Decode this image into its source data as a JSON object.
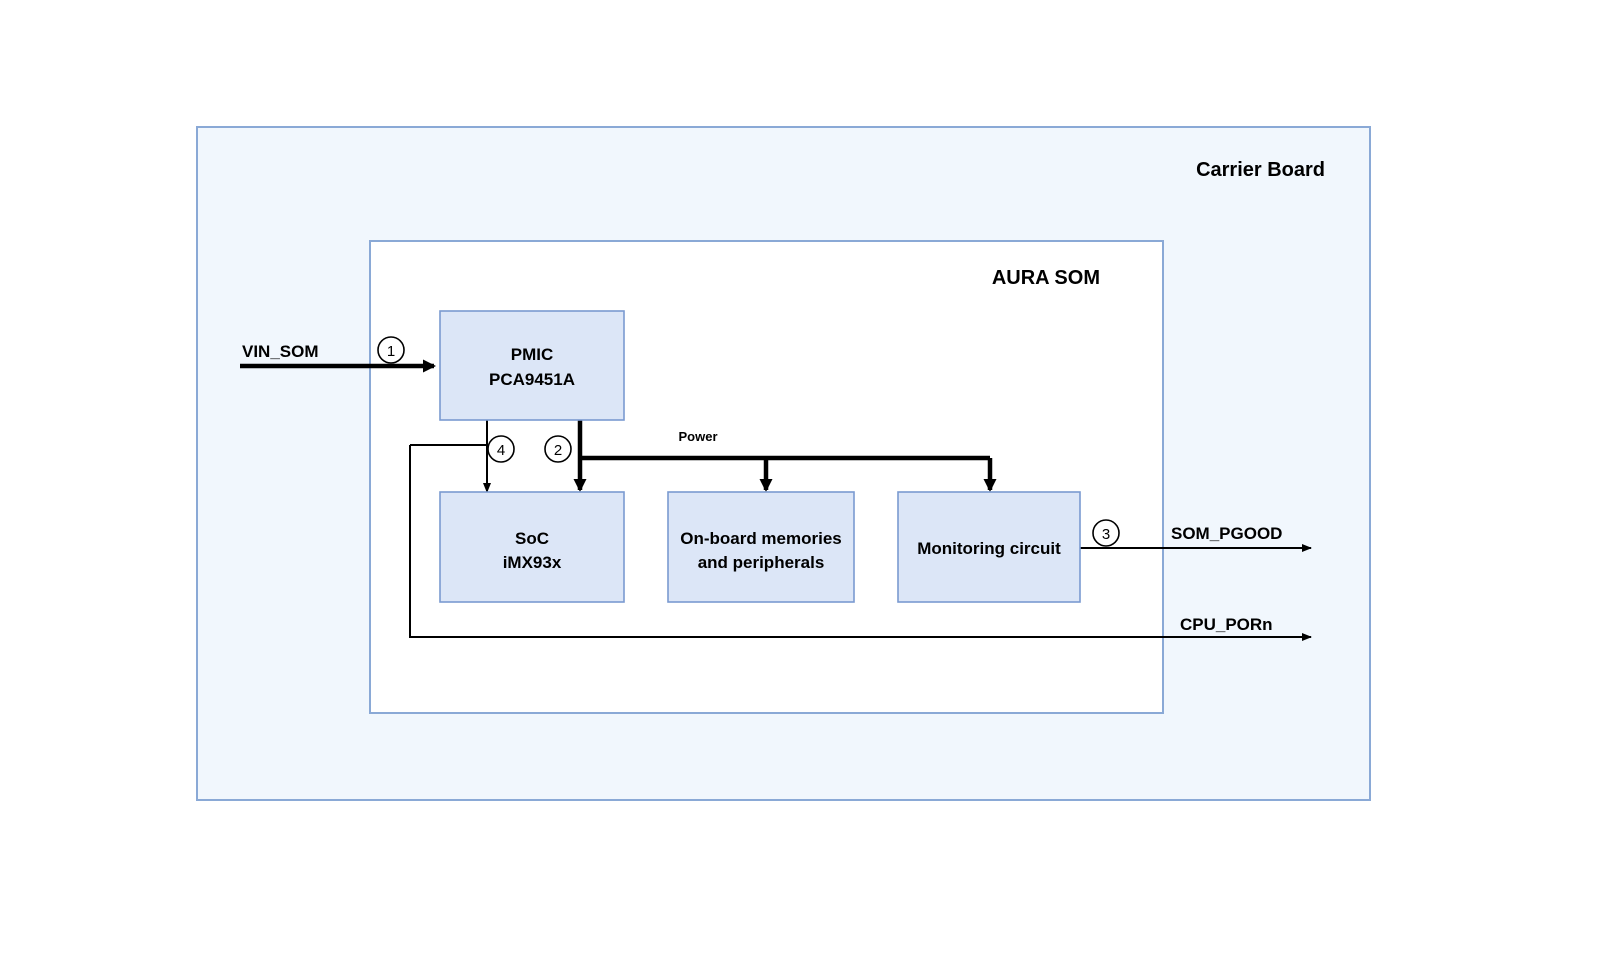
{
  "diagram": {
    "title_hidden": "",
    "containers": [
      {
        "id": "carrier",
        "label": "Carrier Board"
      },
      {
        "id": "som",
        "label": "AURA SOM"
      }
    ],
    "blocks": [
      {
        "id": "pmic",
        "line1": "PMIC",
        "line2": "PCA9451A"
      },
      {
        "id": "soc",
        "line1": "SoC",
        "line2": "iMX93x"
      },
      {
        "id": "mem",
        "line1": "On-board memories",
        "line2": "and peripherals"
      },
      {
        "id": "mon",
        "line1": "Monitoring circuit",
        "line2": ""
      }
    ],
    "signals": [
      {
        "id": "vin",
        "label": "VIN_SOM"
      },
      {
        "id": "pgood",
        "label": "SOM_PGOOD"
      },
      {
        "id": "porn",
        "label": "CPU_PORn"
      }
    ],
    "bus_label": "Power",
    "markers": [
      {
        "id": "m1",
        "text": "1"
      },
      {
        "id": "m2",
        "text": "2"
      },
      {
        "id": "m3",
        "text": "3"
      },
      {
        "id": "m4",
        "text": "4"
      }
    ],
    "colors": {
      "block_fill": "#dce6f7",
      "block_stroke": "#7a9ad0",
      "carrier_fill": "#f1f7fd",
      "carrier_stroke": "#8aa9d6",
      "som_fill": "#ffffff",
      "wire": "#000000",
      "page_bg": "#ffffff"
    }
  }
}
